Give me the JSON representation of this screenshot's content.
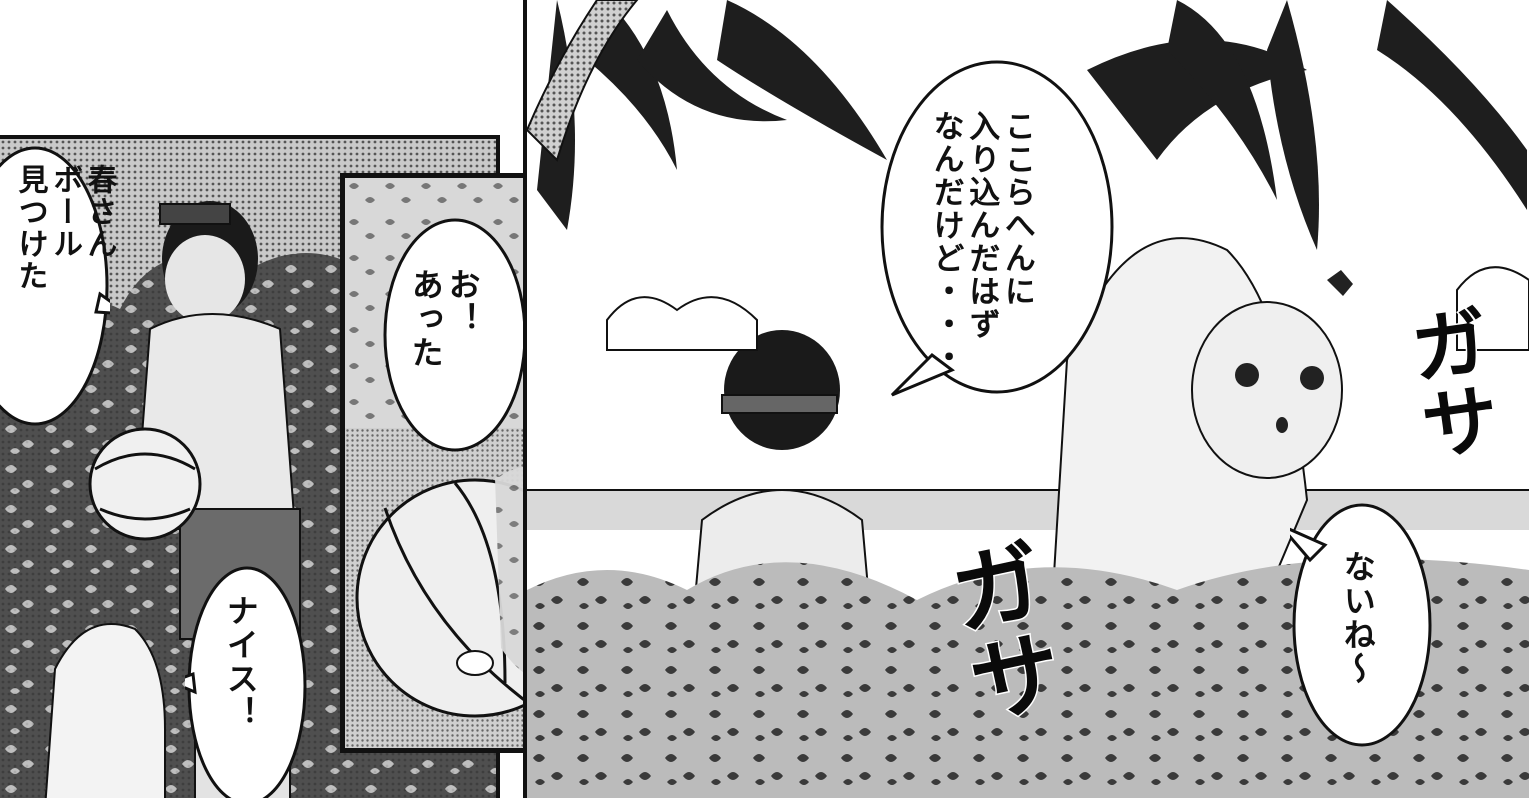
{
  "panels": {
    "left": {
      "speech_boy": "春さん\nボール\n見つけた",
      "speech_girl": "ナイス！"
    },
    "middle": {
      "speech": "お！\nあった"
    },
    "right": {
      "speech_boy": "ここらへんに\n入り込んだはず\nなんだけど・・・",
      "speech_girl": "ないね〜",
      "sfx_top": "ガサ",
      "sfx_bottom": "ガサ"
    }
  },
  "colors": {
    "ink": "#111111",
    "paper": "#ffffff",
    "screentone": "#9a9a9a",
    "skin_tone": "#dcdcdc"
  }
}
